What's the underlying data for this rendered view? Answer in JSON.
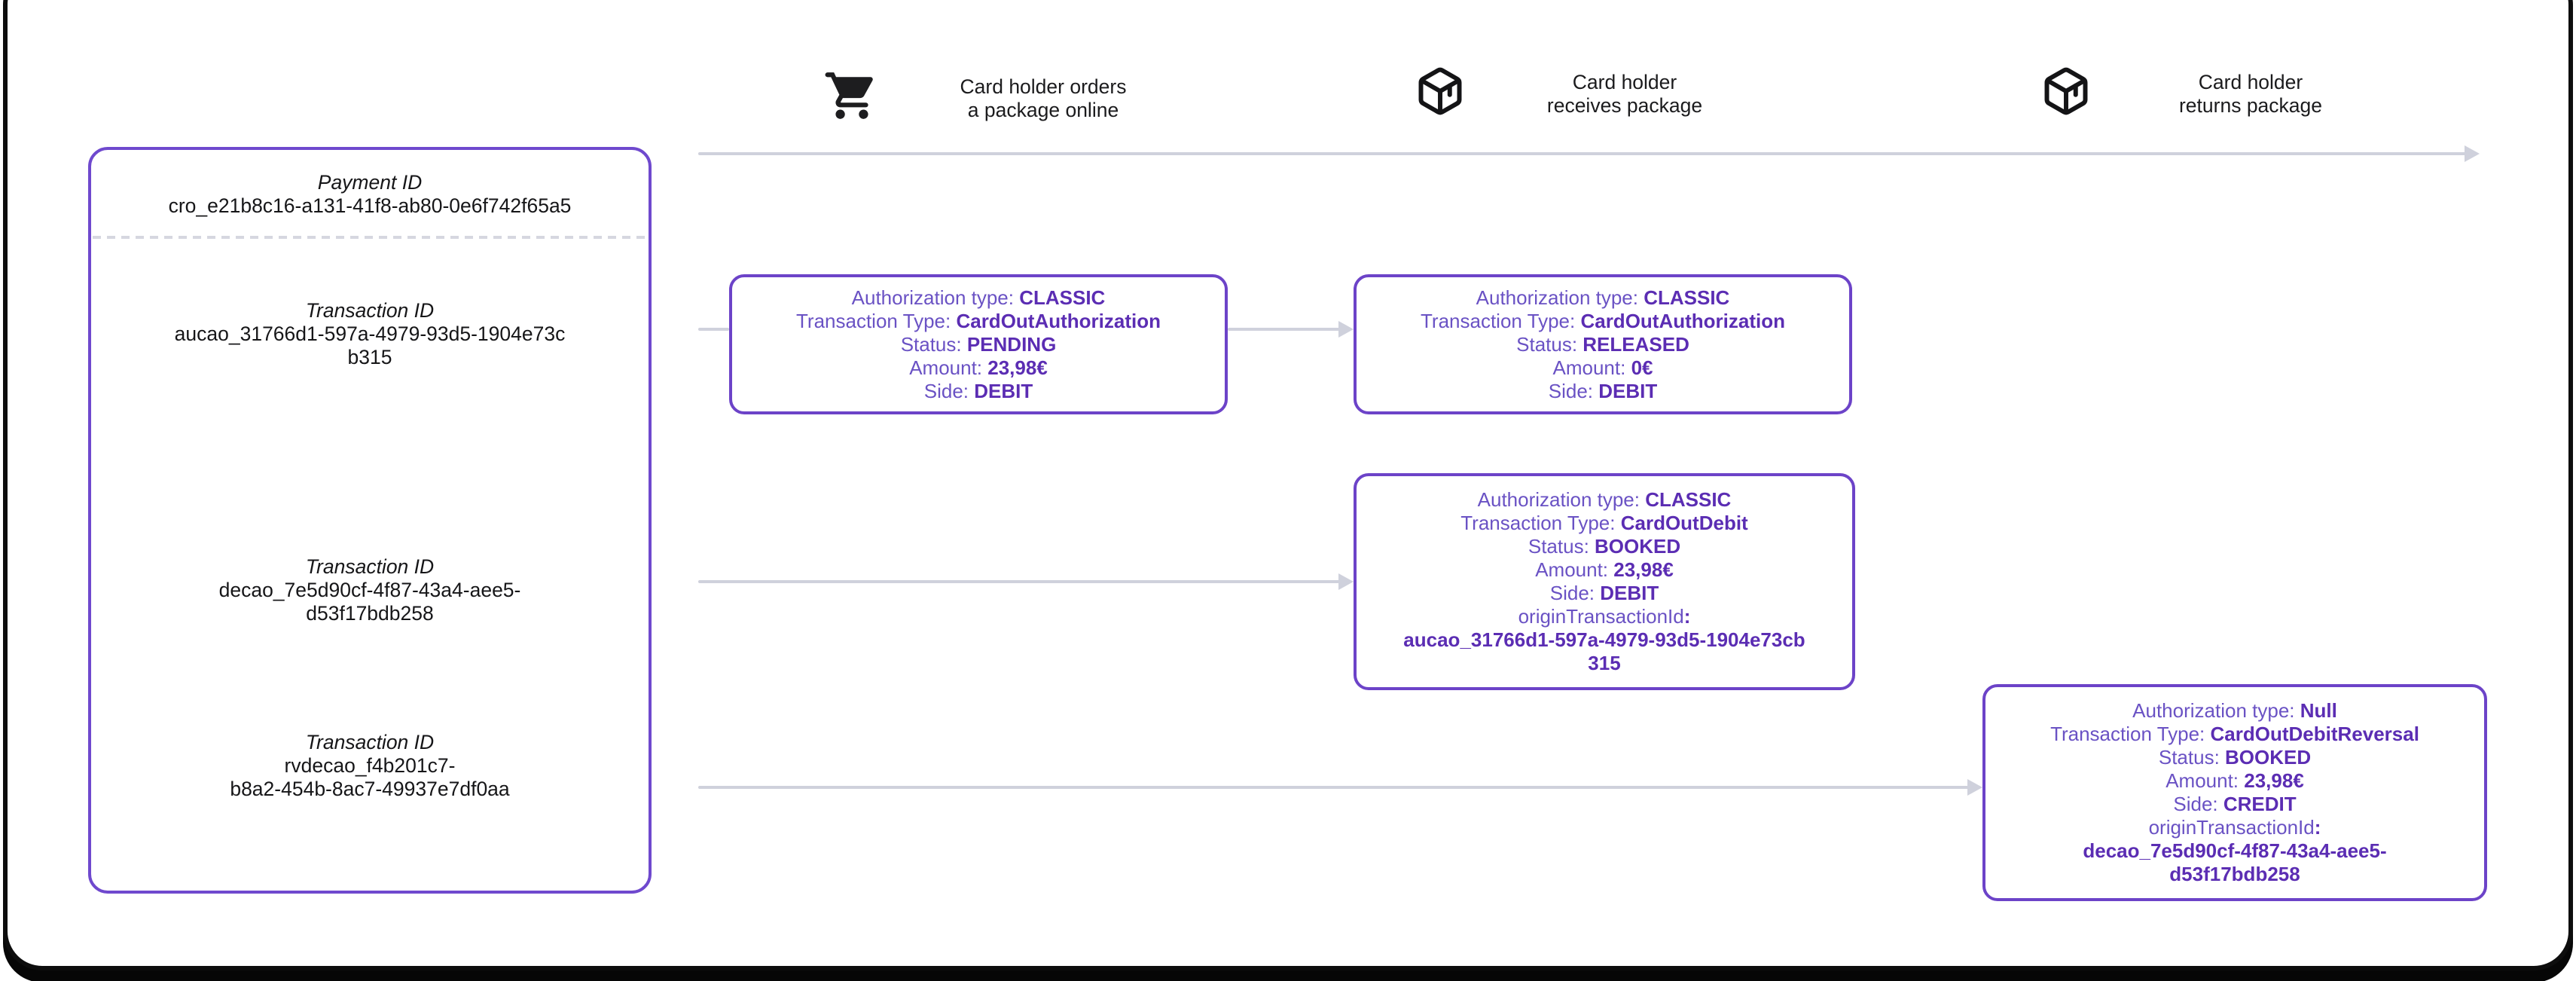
{
  "colors": {
    "accent_purple_border": "#6c43c8",
    "label_purple": "#6a52c4",
    "value_purple": "#5b2db3",
    "arrow_gray": "#cfd1dc",
    "text_dark": "#1b1b1d"
  },
  "timeline": {
    "steps": [
      {
        "icon": "shopping-cart-icon",
        "label_lines": [
          "Card holder orders",
          "a package online"
        ]
      },
      {
        "icon": "package-icon",
        "label_lines": [
          "Card holder",
          "receives package"
        ]
      },
      {
        "icon": "package-icon",
        "label_lines": [
          "Card holder",
          "returns package"
        ]
      }
    ]
  },
  "payment_panel": {
    "payment_id_label": "Payment ID",
    "payment_id": "cro_e21b8c16-a131-41f8-ab80-0e6f742f65a5",
    "transactions": [
      {
        "label": "Transaction ID",
        "id": "aucao_31766d1-597a-4979-93d5-1904e73cb315",
        "id_lines": [
          "aucao_31766d1-597a-4979-93d5-1904e73c",
          "b315"
        ]
      },
      {
        "label": "Transaction ID",
        "id": "decao_7e5d90cf-4f87-43a4-aee5-d53f17bdb258",
        "id_lines": [
          "decao_7e5d90cf-4f87-43a4-aee5-",
          "d53f17bdb258"
        ]
      },
      {
        "label": "Transaction ID",
        "id": "rvdecao_f4b201c7-b8a2-454b-8ac7-49937e7df0aa",
        "id_lines": [
          "rvdecao_f4b201c7-",
          "b8a2-454b-8ac7-49937e7df0aa"
        ]
      }
    ]
  },
  "transaction_boxes": [
    {
      "name": "card-out-authorization-pending",
      "fields": [
        {
          "label": "Authorization type: ",
          "value": "CLASSIC"
        },
        {
          "label": "Transaction Type: ",
          "value": "CardOutAuthorization"
        },
        {
          "label": "Status: ",
          "value": "PENDING"
        },
        {
          "label": "Amount: ",
          "value": "23,98€"
        },
        {
          "label": "Side: ",
          "value": "DEBIT"
        }
      ]
    },
    {
      "name": "card-out-authorization-released",
      "fields": [
        {
          "label": "Authorization type: ",
          "value": "CLASSIC"
        },
        {
          "label": "Transaction Type: ",
          "value": "CardOutAuthorization"
        },
        {
          "label": "Status: ",
          "value": "RELEASED"
        },
        {
          "label": "Amount: ",
          "value": "0€"
        },
        {
          "label": "Side: ",
          "value": "DEBIT"
        }
      ]
    },
    {
      "name": "card-out-debit-booked",
      "fields": [
        {
          "label": "Authorization type: ",
          "value": "CLASSIC"
        },
        {
          "label": "Transaction Type: ",
          "value": "CardOutDebit"
        },
        {
          "label": "Status: ",
          "value": "BOOKED"
        },
        {
          "label": "Amount: ",
          "value": "23,98€"
        },
        {
          "label": "Side: ",
          "value": "DEBIT"
        }
      ],
      "origin": {
        "label": "originTransactionId",
        "colon": ":",
        "id": "aucao_31766d1-597a-4979-93d5-1904e73cb315",
        "id_lines": [
          "aucao_31766d1-597a-4979-93d5-1904e73cb",
          "315"
        ]
      }
    },
    {
      "name": "card-out-debit-reversal-booked",
      "fields": [
        {
          "label": "Authorization type: ",
          "value": "Null"
        },
        {
          "label": "Transaction Type: ",
          "value": "CardOutDebitReversal"
        },
        {
          "label": "Status: ",
          "value": "BOOKED"
        },
        {
          "label": "Amount: ",
          "value": "23,98€"
        },
        {
          "label": "Side: ",
          "value": "CREDIT"
        }
      ],
      "origin": {
        "label": "originTransactionId",
        "colon": ":",
        "id": "decao_7e5d90cf-4f87-43a4-aee5-d53f17bdb258",
        "id_lines": [
          "decao_7e5d90cf-4f87-43a4-aee5-",
          "d53f17bdb258"
        ]
      }
    }
  ]
}
